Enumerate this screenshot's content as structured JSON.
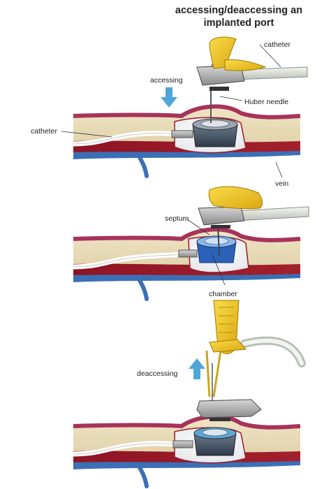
{
  "title": {
    "line1": "accessing/deaccessing an",
    "line2": "implanted port"
  },
  "labels": {
    "catheter_top": "catheter",
    "accessing": "accessing",
    "huber_needle": "Huber needle",
    "catheter_left": "catheter",
    "vein": "vein",
    "septum": "septum",
    "chamber": "chamber",
    "deaccessing": "deaccessing"
  },
  "colors": {
    "skin_top": "#a8335a",
    "tissue": "#eadfc0",
    "muscle": "#9a1a28",
    "vein": "#3b6fb6",
    "needle_hub": "#f2c81a",
    "arrow": "#4fa6d8",
    "port_blue": "#2b62b8"
  }
}
